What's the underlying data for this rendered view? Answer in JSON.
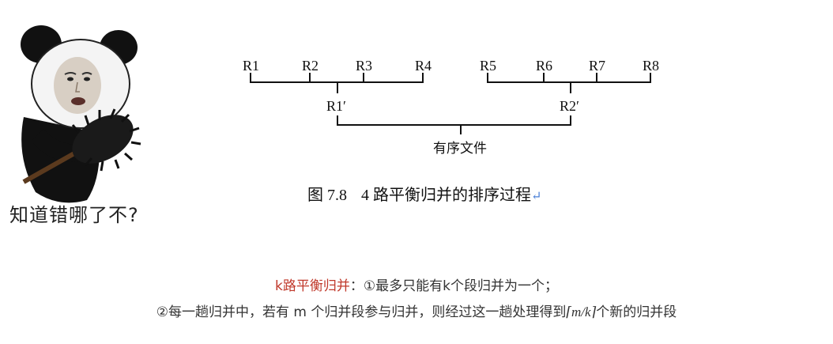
{
  "meme": {
    "caption": "知道错哪了不?"
  },
  "figure": {
    "leaves": [
      "R1",
      "R2",
      "R3",
      "R4",
      "R5",
      "R6",
      "R7",
      "R8"
    ],
    "merged": [
      "R1′",
      "R2′"
    ],
    "root": "有序文件",
    "caption_number": "图 7.8",
    "caption_text": "4 路平衡归并的排序过程",
    "return_mark": "↵"
  },
  "notes": {
    "term": "k路平衡归并",
    "line1_rest": "：①最多只能有k个段归并为一个；",
    "line2_pre": "②每一趟归并中，若有 m 个归并段参与归并，则经过这一趟处理得到",
    "line2_math": "⌈m/k⌉",
    "line2_post": "个新的归并段"
  },
  "colors": {
    "term_red": "#c0392b",
    "return_blue": "#4a7fd6"
  }
}
